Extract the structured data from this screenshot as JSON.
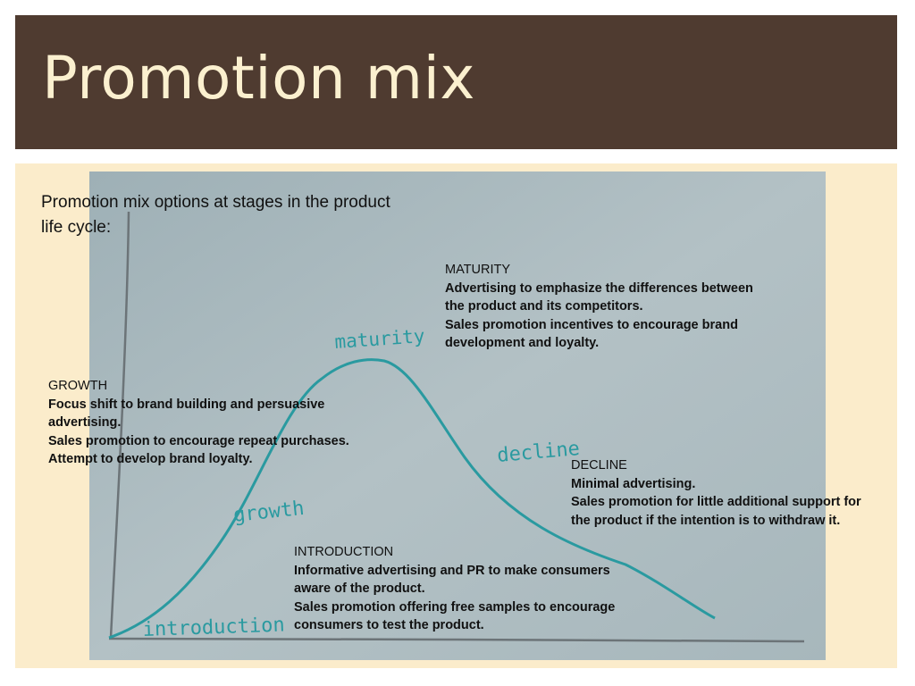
{
  "title": "Promotion mix",
  "intro_text": "Promotion mix options at stages in the product life cycle:",
  "diagram": {
    "curve_labels": {
      "introduction": "introduction",
      "growth": "growth",
      "maturity": "maturity",
      "decline": "decline"
    }
  },
  "stages": {
    "maturity": {
      "heading": "MATURITY",
      "lines": [
        "Advertising to emphasize the differences between",
        "the product and its competitors.",
        "Sales promotion incentives to encourage brand",
        "development and loyalty."
      ]
    },
    "growth": {
      "heading": "GROWTH",
      "lines": [
        "Focus shift to brand building and persuasive",
        "advertising.",
        "Sales promotion to encourage repeat purchases.",
        "Attempt to develop brand loyalty."
      ]
    },
    "decline": {
      "heading": "DECLINE",
      "lines": [
        "Minimal advertising.",
        "Sales promotion for little additional support for",
        "the product if the intention is to withdraw it."
      ]
    },
    "introduction": {
      "heading": "INTRODUCTION",
      "lines": [
        "Informative advertising and PR to make consumers",
        "aware of the product.",
        "Sales promotion offering free samples to encourage",
        "consumers to test the product."
      ]
    }
  },
  "colors": {
    "title_bar": "#4f3b30",
    "title_text": "#fbf0cf",
    "panel": "#fbeccb",
    "photo_paper": "#aebcc0",
    "curve_ink": "#2a9aa0",
    "axis_ink": "#6c7478"
  }
}
